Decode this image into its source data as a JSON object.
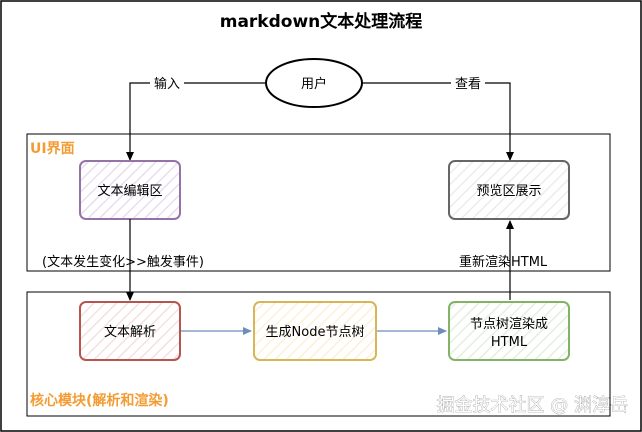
{
  "diagram": {
    "title": "markdown文本处理流程",
    "user_node": "用户",
    "edge_input": "输入",
    "edge_view": "查看",
    "ui_section": {
      "title": "UI界面",
      "editor": "文本编辑区",
      "preview": "预览区展示",
      "change_event": "(文本发生变化>>触发事件)",
      "rerender": "重新渲染HTML"
    },
    "core_section": {
      "title": "核心模块(解析和渲染)",
      "parse": "文本解析",
      "generate": "生成Node节点树",
      "render_line1": "节点树渲染成",
      "render_line2": "HTML"
    },
    "watermark": "掘金技术社区 @ 渊淳岳"
  },
  "colors": {
    "section_title": "#f39c34",
    "editor_border": "#9673a6",
    "preview_border": "#666666",
    "parse_border": "#b85450",
    "generate_border": "#d6b656",
    "render_border": "#82b366",
    "connector_blue": "#6c8ebf"
  }
}
